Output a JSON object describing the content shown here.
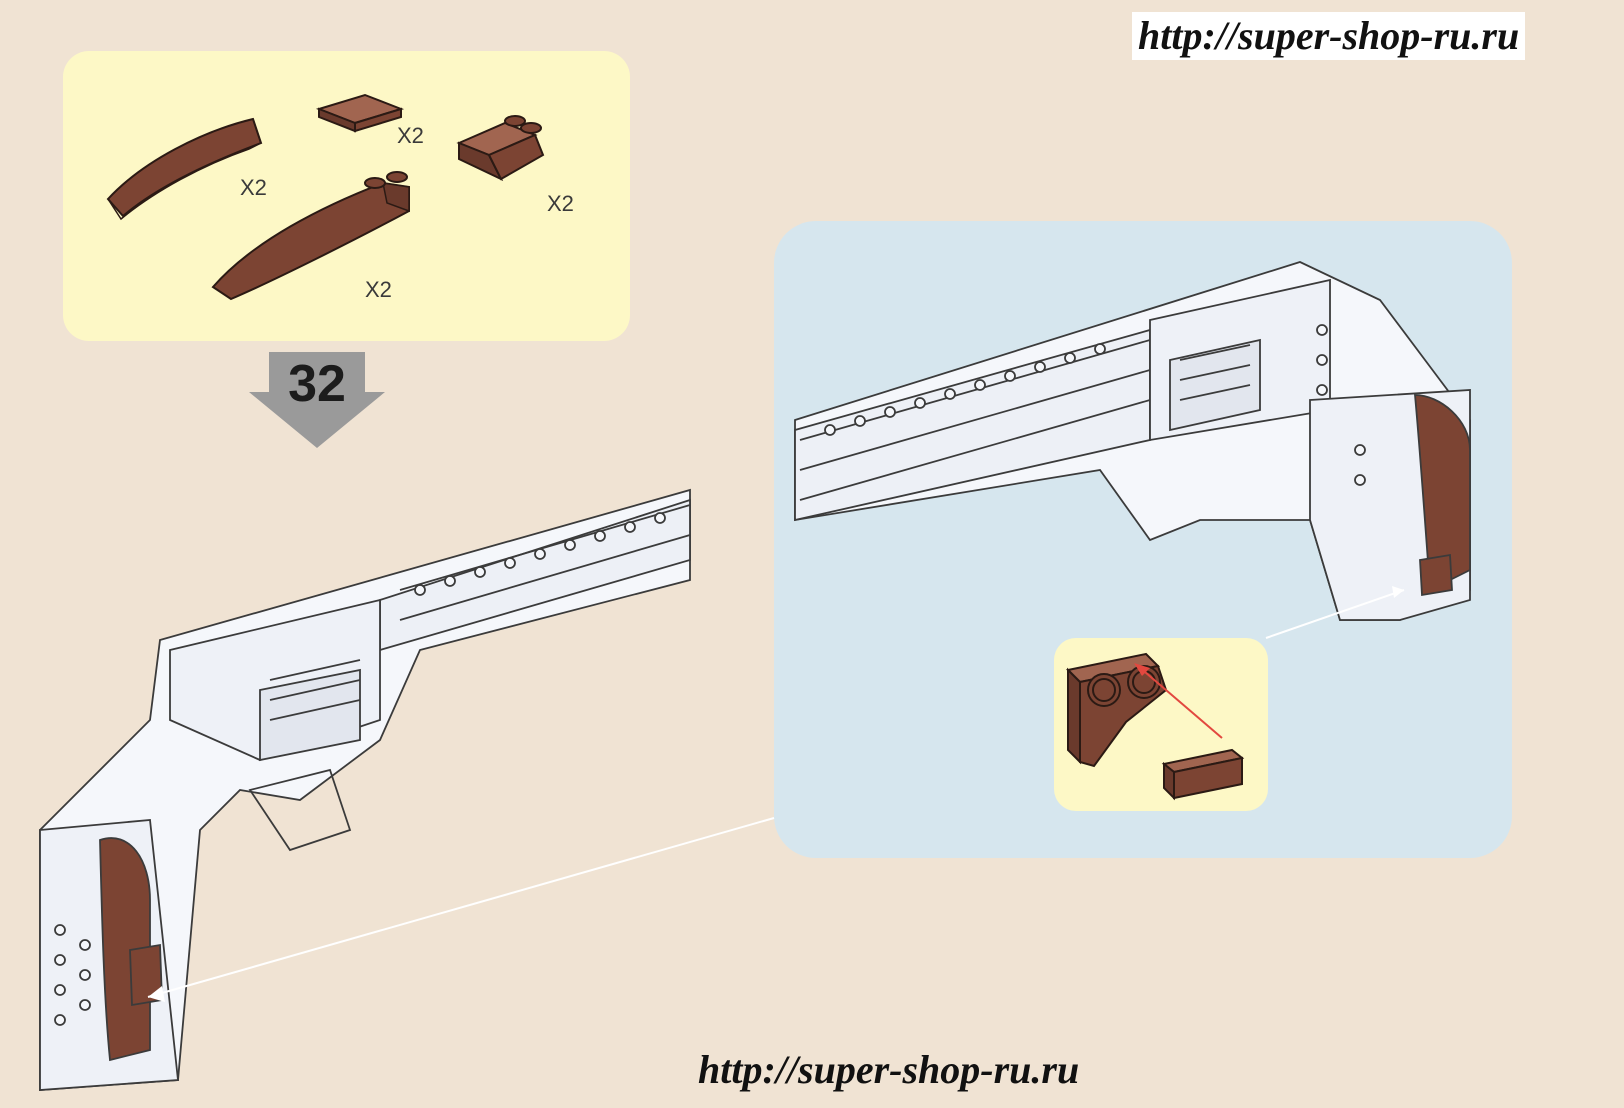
{
  "watermarks": {
    "top": "http://super-shop-ru.ru",
    "bottom": "http://super-shop-ru.ru"
  },
  "parts_list": {
    "items": [
      {
        "name": "curved-slope-small",
        "quantity": "X2"
      },
      {
        "name": "tile-1x2",
        "quantity": "X2"
      },
      {
        "name": "slope-plate-1x2",
        "quantity": "X2"
      },
      {
        "name": "curved-slope-long",
        "quantity": "X2"
      }
    ]
  },
  "step": {
    "number": "32"
  },
  "colors": {
    "page_background": "#f0e3d3",
    "parts_panel": "#fdf8c6",
    "detail_panel": "#d6e6ee",
    "brick_brown": "#7c4433",
    "model_white": "#f5f7fb",
    "arrow_gray": "#9a9a9a",
    "callout_red": "#e2483f"
  }
}
